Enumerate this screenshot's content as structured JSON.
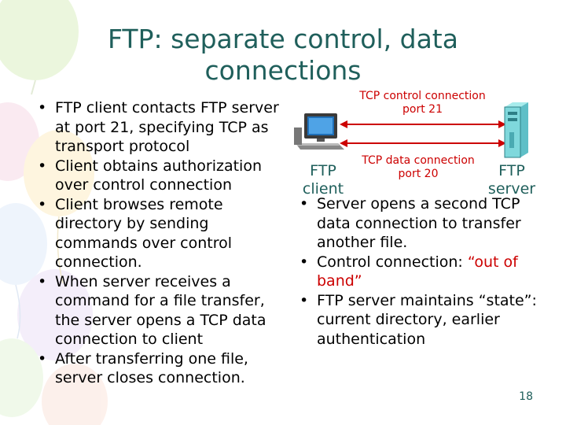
{
  "title": {
    "line1": "FTP: separate control, data",
    "line2": "connections"
  },
  "left_bullets": [
    "FTP client contacts FTP server at port 21, specifying TCP as transport protocol",
    "Client obtains authorization over control connection",
    "Client browses remote directory by sending commands over control connection.",
    "When server receives a command for a file transfer, the server opens a TCP data connection to client",
    "After transferring one file, server closes connection."
  ],
  "diagram": {
    "control_label_line1": "TCP control connection",
    "control_label_line2": "port 21",
    "data_label_line1": "TCP data connection",
    "data_label_line2": "port 20",
    "client_line1": "FTP",
    "client_line2": "client",
    "server_line1": "FTP",
    "server_line2": "server",
    "label_color": "#cc0000",
    "host_color": "#1f5f5b"
  },
  "right_bullets": {
    "b1": "Server opens a second TCP data connection to transfer another file.",
    "b2_prefix": "Control connection: ",
    "b2_quote": "“out of band”",
    "b3": "FTP server maintains “state”: current directory, earlier authentication"
  },
  "page_number": "18",
  "colors": {
    "title": "#1f5f5b",
    "accent": "#cc0000"
  }
}
